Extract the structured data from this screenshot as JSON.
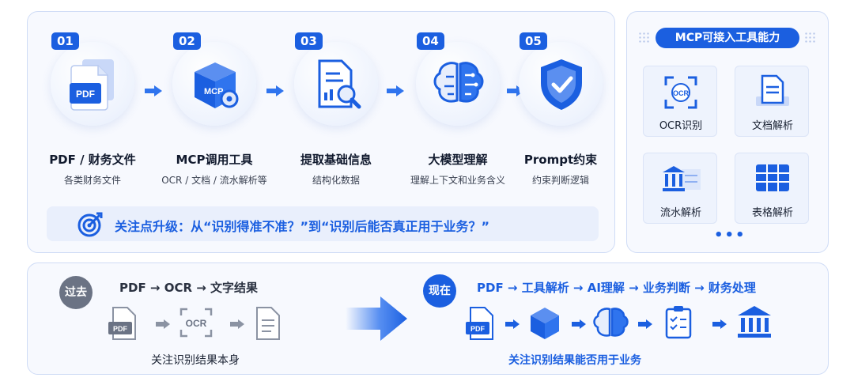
{
  "steps": [
    {
      "num": "01",
      "title": "PDF / 财务文件",
      "sub": "各类财务文件",
      "icon": "pdf-file-icon"
    },
    {
      "num": "02",
      "title": "MCP调用工具",
      "sub": "OCR / 文档 / 流水解析等",
      "icon": "mcp-gear-cube-icon"
    },
    {
      "num": "03",
      "title": "提取基础信息",
      "sub": "结构化数据",
      "icon": "document-search-icon"
    },
    {
      "num": "04",
      "title": "大模型理解",
      "sub": "理解上下文和业务含义",
      "icon": "brain-circuit-icon"
    },
    {
      "num": "05",
      "title": "Prompt约束",
      "sub": "约束判断逻辑",
      "icon": "shield-check-icon"
    }
  ],
  "focus": {
    "text": "关注点升级：从“识别得准不准？”到“识别后能否真正用于业务？”",
    "icon": "target-icon"
  },
  "tools": {
    "title": "MCP可接入工具能力",
    "items": [
      {
        "label": "OCR识别",
        "icon": "ocr-scan-icon",
        "icon_text": "OCR"
      },
      {
        "label": "文档解析",
        "icon": "document-icon"
      },
      {
        "label": "流水解析",
        "icon": "bank-statement-icon"
      },
      {
        "label": "表格解析",
        "icon": "table-icon"
      }
    ],
    "more": "•••"
  },
  "comparison": {
    "past": {
      "badge": "过去",
      "flow": "PDF  →  OCR  →  文字结果",
      "caption": "关注识别结果本身",
      "pdf_label": "PDF",
      "ocr_label": "OCR"
    },
    "now": {
      "badge": "现在",
      "flow": "PDF → 工具解析 → AI理解 → 业务判断 → 财务处理",
      "caption": "关注识别结果能否用于业务",
      "pdf_label": "PDF"
    }
  },
  "colors": {
    "accent": "#1b5fe0",
    "panel": "#f7f9fe",
    "border": "#cfdcf6",
    "gray": "#6b7384"
  }
}
